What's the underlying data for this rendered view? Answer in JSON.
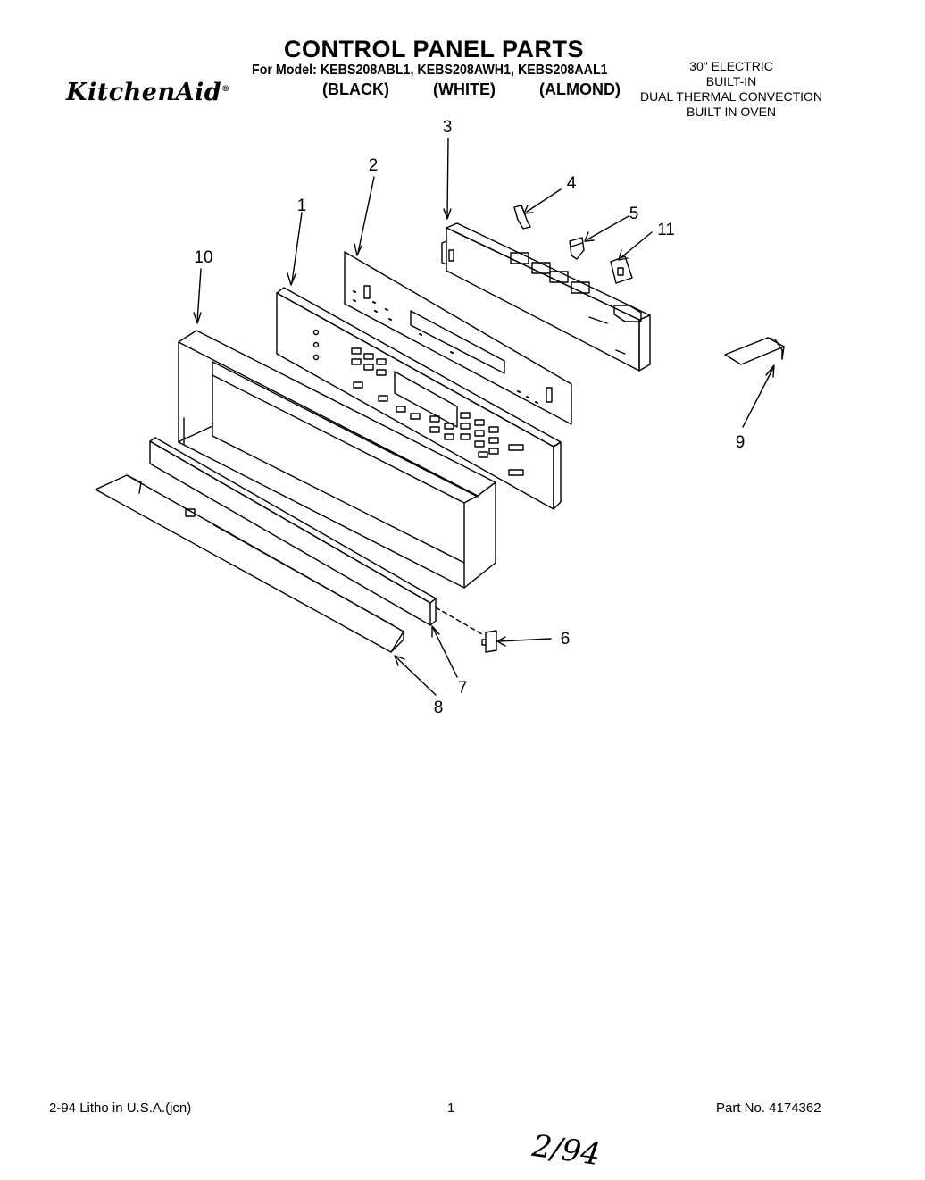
{
  "header": {
    "title": "CONTROL PANEL PARTS",
    "model_line": "For Model: KEBS208ABL1, KEBS208AWH1, KEBS208AAL1",
    "brand": "KitchenAid",
    "brand_mark": "®",
    "colors": [
      "(BLACK)",
      "(WHITE)",
      "(ALMOND)"
    ],
    "description": [
      "30\" ELECTRIC",
      "BUILT-IN",
      "DUAL THERMAL CONVECTION",
      "BUILT-IN OVEN"
    ]
  },
  "callouts": [
    "1",
    "2",
    "3",
    "4",
    "5",
    "6",
    "7",
    "8",
    "9",
    "10",
    "11"
  ],
  "footer": {
    "date_litho": "2-94  Litho in U.S.A.(jcn)",
    "page": "1",
    "part_no": "Part No. 4174362",
    "handwritten": "2/94"
  }
}
